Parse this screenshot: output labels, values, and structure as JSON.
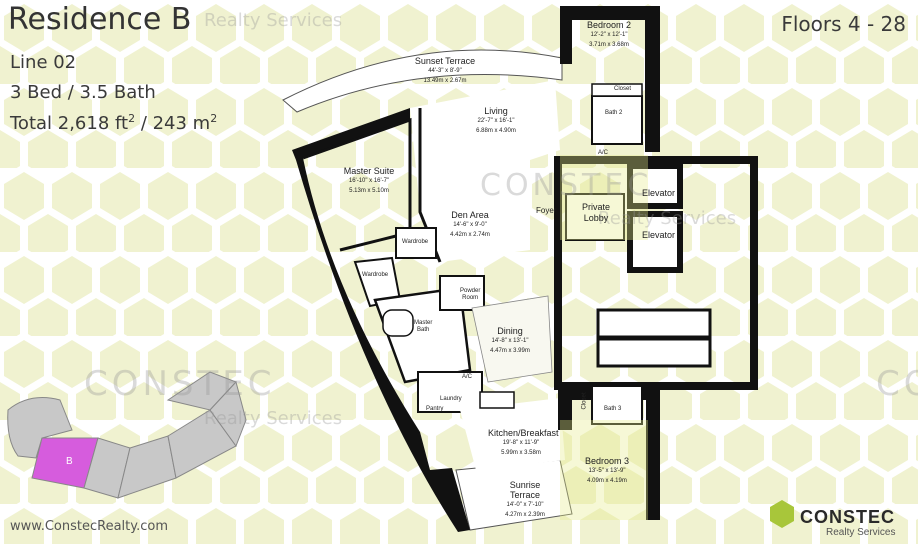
{
  "header": {
    "title": "Residence B",
    "line": "Line 02",
    "beds_baths": "3 Bed / 3.5 Bath",
    "total_prefix": "Total 2,618 ft",
    "total_mid": " / 243 m",
    "sup": "2",
    "floors": "Floors 4 - 28"
  },
  "watermarks": {
    "realty": "Realty Services",
    "constec": "CONSTEC"
  },
  "footer": {
    "url": "www.ConstecRealty.com",
    "logo_name": "CONSTEC",
    "logo_sub": "Realty Services"
  },
  "keyplan": {
    "unit_label": "B"
  },
  "rooms": {
    "bedroom2": {
      "name": "Bedroom 2",
      "ft": "12'-2\" x 12'-1\"",
      "m": "3.71m x 3.68m"
    },
    "sunset": {
      "name": "Sunset Terrace",
      "ft": "44'-3\" x 8'-9\"",
      "m": "13.49m x 2.67m"
    },
    "living": {
      "name": "Living",
      "ft": "22'-7\" x 16'-1\"",
      "m": "6.88m x 4.90m"
    },
    "master": {
      "name": "Master Suite",
      "ft": "16'-10\" x 16'-7\"",
      "m": "5.13m x 5.10m"
    },
    "den": {
      "name": "Den Area",
      "ft": "14'-6\" x 9'-0\"",
      "m": "4.42m x 2.74m"
    },
    "dining": {
      "name": "Dining",
      "ft": "14'-8\" x 13'-1\"",
      "m": "4.47m x 3.99m"
    },
    "kitchen": {
      "name": "Kitchen/Breakfast",
      "ft": "19'-8\" x 11'-9\"",
      "m": "5.99m x 3.58m"
    },
    "sunrise": {
      "name": "Sunrise Terrace",
      "ft": "14'-0\" x 7'-10\"",
      "m": "4.27m x 2.39m"
    },
    "bedroom3": {
      "name": "Bedroom 3",
      "ft": "13'-5\" x 13'-9\"",
      "m": "4.09m x 4.19m"
    },
    "private_lobby_1": "Private",
    "private_lobby_2": "Lobby"
  },
  "labels": {
    "closet": "Closet",
    "bath2": "Bath 2",
    "ac": "A/C",
    "elevator": "Elevator",
    "foyer": "Foyer",
    "wardrobe": "Wardrobe",
    "powder_room_1": "Powder",
    "powder_room_2": "Room",
    "master_bath_1": "Master",
    "master_bath_2": "Bath",
    "laundry": "Laundry",
    "pantry": "Pantry",
    "bath3": "Bath 3"
  },
  "colors": {
    "hex_pattern": "#ecefc4",
    "wall": "#111111",
    "keyplan_gray": "#c8c8c8",
    "keyplan_highlight": "#d65cdd",
    "logo_green": "#a8c63a"
  }
}
